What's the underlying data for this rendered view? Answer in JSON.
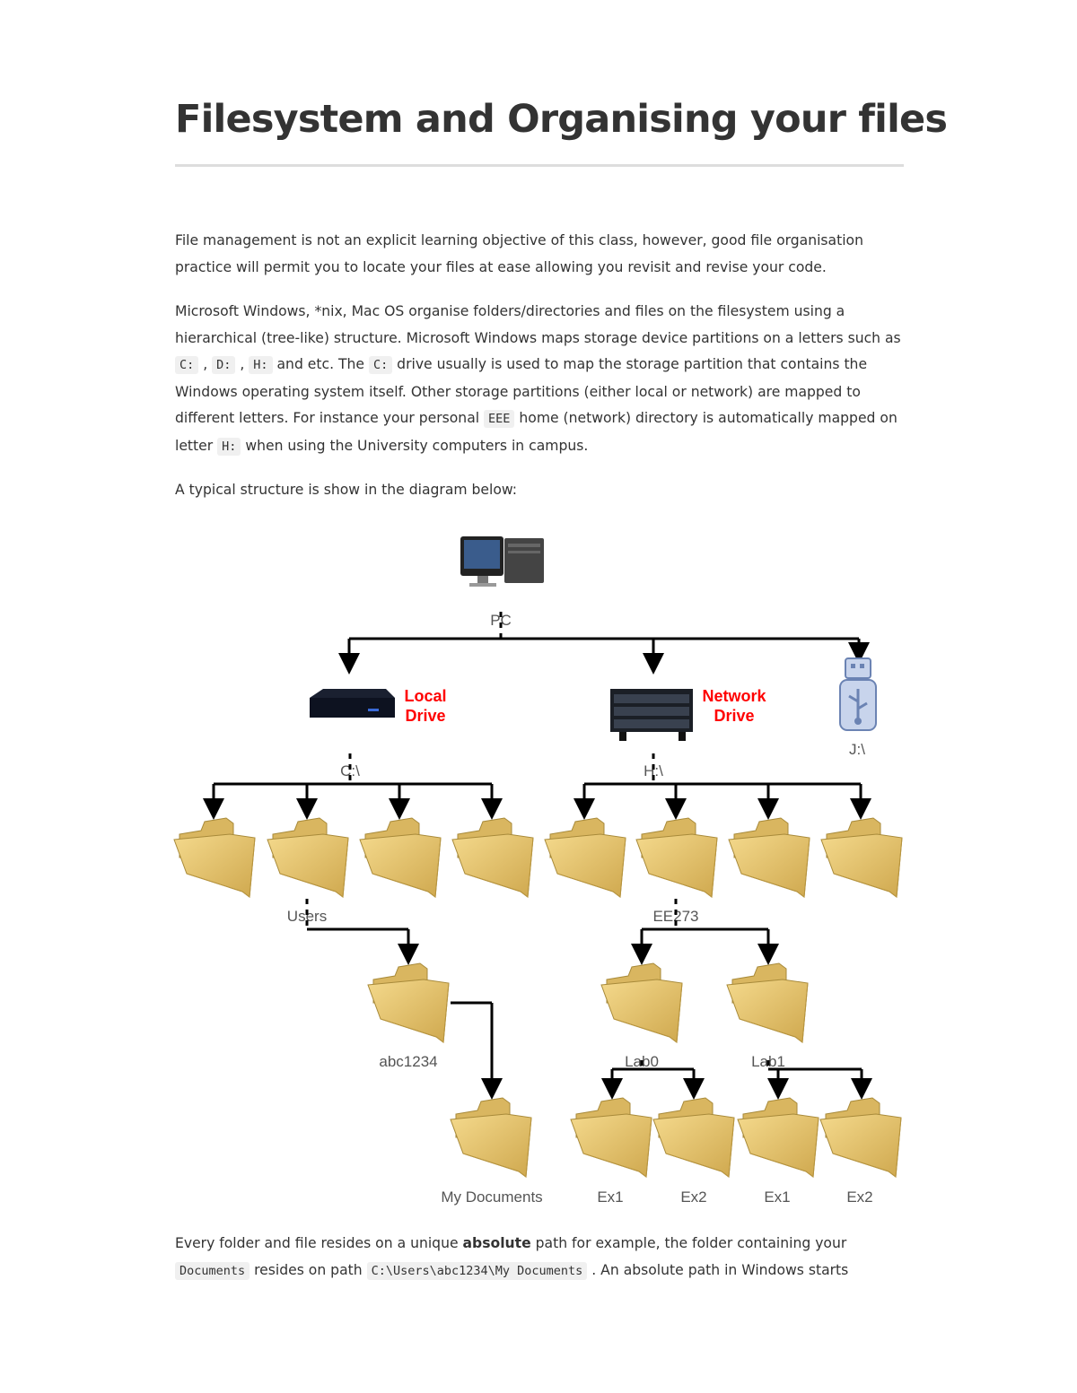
{
  "title": "Filesystem and Organising your files",
  "p1": "File management is not an explicit learning objective of this class, however, good file organisation practice will permit you to locate your files at ease allowing you revisit and revise your code.",
  "p2": {
    "t1": "Microsoft Windows, *nix, Mac OS organise folders/directories and files on the filesystem using a hierarchical (tree-like) structure. Microsoft Windows maps storage device partitions on a letters such as ",
    "c1": "C:",
    "t2": " , ",
    "c2": "D:",
    "t3": " , ",
    "c3": "H:",
    "t4": " and etc. The ",
    "c4": "C:",
    "t5": " drive usually is used to map the storage partition that contains the Windows operating system itself. Other storage partitions (either local or network) are mapped to different letters. For instance your personal ",
    "c5": "EEE",
    "t6": " home (network) directory is automatically mapped on letter ",
    "c6": "H:",
    "t7": " when using the University computers in campus."
  },
  "p3": "A typical structure is show in the diagram below:",
  "diagram": {
    "pc_label": "PC",
    "local_drive_label_1": "Local",
    "local_drive_label_2": "Drive",
    "network_drive_label_1": "Network",
    "network_drive_label_2": "Drive",
    "c_label": "C:\\",
    "h_label": "H:\\",
    "j_label": "J:\\",
    "users_label": "Users",
    "ee273_label": "EE273",
    "abc_label": "abc1234",
    "mydocs_label": "My Documents",
    "lab0_label": "Lab0",
    "lab1_label": "Lab1",
    "ex1a_label": "Ex1",
    "ex2a_label": "Ex2",
    "ex1b_label": "Ex1",
    "ex2b_label": "Ex2",
    "drive_label_color": "#ff0000",
    "folder_color": "#e8c36a"
  },
  "p4": {
    "t1": "Every folder and file resides on a unique ",
    "b1": "absolute",
    "t2": " path for example, the folder containing your ",
    "c1": "Documents",
    "t3": " resides on path ",
    "c2": "C:\\Users\\abc1234\\My Documents",
    "t4": " . An absolute path in Windows starts"
  }
}
